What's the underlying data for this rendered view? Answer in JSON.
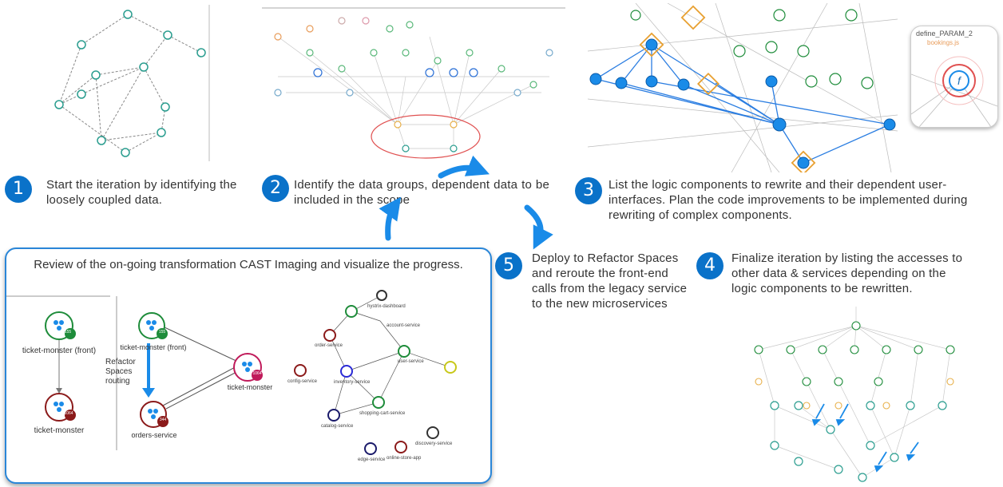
{
  "steps": [
    {
      "number": "1",
      "text": "Start the iteration by identifying the loosely coupled data."
    },
    {
      "number": "2",
      "text": "Identify the data groups, dependent data to be included in the scope"
    },
    {
      "number": "3",
      "text": "List the logic components to rewrite and their dependent user-interfaces. Plan the code improvements to be implemented during rewriting of complex components."
    },
    {
      "number": "4",
      "text": "Finalize iteration by listing the accesses to other data & services depending on the logic components to be rewritten."
    },
    {
      "number": "5",
      "text": "Deploy to Refactor Spaces and reroute the front-end calls from the legacy service to the new microservices"
    }
  ],
  "review": {
    "title": "Review of the on-going transformation CAST Imaging and visualize the progress.",
    "left_top_node": "ticket-monster (front)",
    "left_top_badge": "155",
    "left_bottom_node": "ticket-monster",
    "left_bottom_badge": "1064",
    "mid_top_node": "ticket-monster (front)",
    "mid_top_badge": "155",
    "mid_right_node": "ticket-monster",
    "mid_right_badge": "1064",
    "mid_bottom_node": "orders-service",
    "mid_bottom_badge": "344",
    "routing_label": "Refactor Spaces routing",
    "services": [
      "hystrix-dashboard",
      "account-service",
      "order-service",
      "user-service",
      "config-service",
      "inventory-service",
      "shopping-cart-service",
      "catalog-service",
      "discovery-service",
      "edge-service",
      "online-store-app"
    ]
  },
  "thumb3": {
    "zoom_label": "define_PARAM_2",
    "zoom_sublabel": "bookings.js",
    "zoom_icon": "f"
  },
  "colors": {
    "step_blue": "#0a72c9",
    "arrow_blue": "#1a8be8",
    "review_border": "#2a86d8",
    "highlight_red": "#e05050",
    "teal_node": "#2a9d8f",
    "green_node": "#1e8c3a",
    "dark_red_node": "#8b1a1a"
  },
  "icons": {
    "flow_arrow": "curved-arrow-icon",
    "node": "cluster-node-icon"
  }
}
